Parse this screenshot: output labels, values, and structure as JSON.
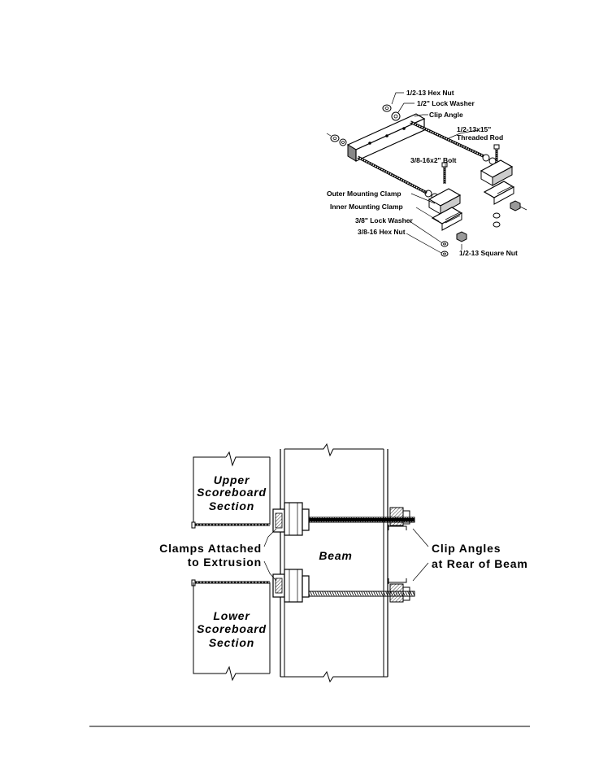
{
  "exploded_view": {
    "labels": {
      "hex_nut_half": "1/2-13 Hex Nut",
      "lock_washer_half": "1/2\" Lock Washer",
      "clip_angle": "Clip Angle",
      "threaded_rod_1": "1/2-13x15\"",
      "threaded_rod_2": "Threaded Rod",
      "bolt": "3/8-16x2\" Bolt",
      "outer_clamp": "Outer Mounting Clamp",
      "inner_clamp": "Inner Mounting Clamp",
      "lock_washer_38": "3/8\" Lock Washer",
      "hex_nut_38": "3/8-16 Hex Nut",
      "square_nut": "1/2-13 Square Nut"
    }
  },
  "section_view": {
    "labels": {
      "upper_1": "Upper",
      "upper_2": "Scoreboard",
      "upper_3": "Section",
      "lower_1": "Lower",
      "lower_2": "Scoreboard",
      "lower_3": "Section",
      "clamps_1": "Clamps Attached",
      "clamps_2": "to Extrusion",
      "beam": "Beam",
      "clip_1": "Clip Angles",
      "clip_2": "at Rear of Beam"
    }
  }
}
